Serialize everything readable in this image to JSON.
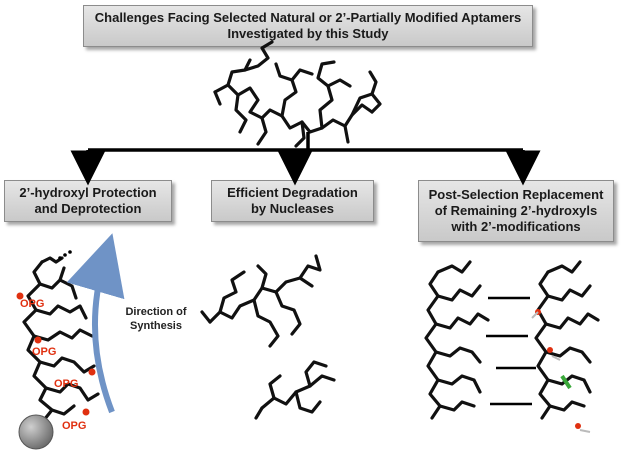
{
  "header": {
    "line1": "Challenges Facing Selected Natural or 2’-Partially Modified Aptamers",
    "line2": "Investigated by this Study"
  },
  "panels": {
    "protection": {
      "line1": "2’-hydroxyl Protection",
      "line2": "and Deprotection"
    },
    "degradation": {
      "line1": "Efficient Degradation",
      "line2": "by Nucleases"
    },
    "replacement": {
      "line1": "Post-Selection Replacement",
      "line2": "of Remaining 2’-hydroxyls",
      "line3": "with 2’-modifications"
    }
  },
  "synthesis": {
    "line1": "Direction of",
    "line2": "Synthesis"
  },
  "opg_label": "OPG",
  "colors": {
    "box_fill": "#d6d6d6",
    "arrow_blue": "#6f93c6",
    "opg_red": "#e03010",
    "bead_grey": "#8a8a8a",
    "mod_green": "#3aa83a"
  }
}
